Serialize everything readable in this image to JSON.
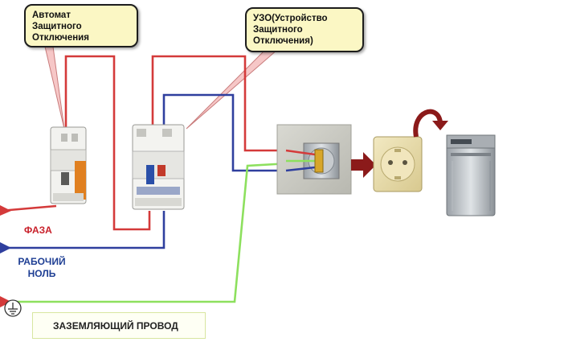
{
  "callouts": {
    "breaker": [
      "Автомат",
      "Защитного",
      "Отключения"
    ],
    "rcd": [
      "УЗО(Устройство",
      "Защитного",
      "Отключения)"
    ]
  },
  "labels": {
    "phase": "ФАЗА",
    "neutral": [
      "РАБОЧИЙ",
      "НОЛЬ"
    ],
    "ground": "ЗАЗЕМЛЯЮЩИЙ ПРОВОД"
  },
  "icons": [
    "circuit-breaker-icon",
    "rcd-icon",
    "junction-box-icon",
    "socket-icon",
    "dishwasher-icon",
    "ground-symbol-icon",
    "arrow-right-icon",
    "curved-arrow-icon"
  ],
  "colors": {
    "phase_wire": "#d43a3a",
    "neutral_wire": "#2f3f9e",
    "ground_wire": "#8de05e",
    "callout_fill": "#fbf7c4",
    "arrow": "#8b1a1a"
  }
}
